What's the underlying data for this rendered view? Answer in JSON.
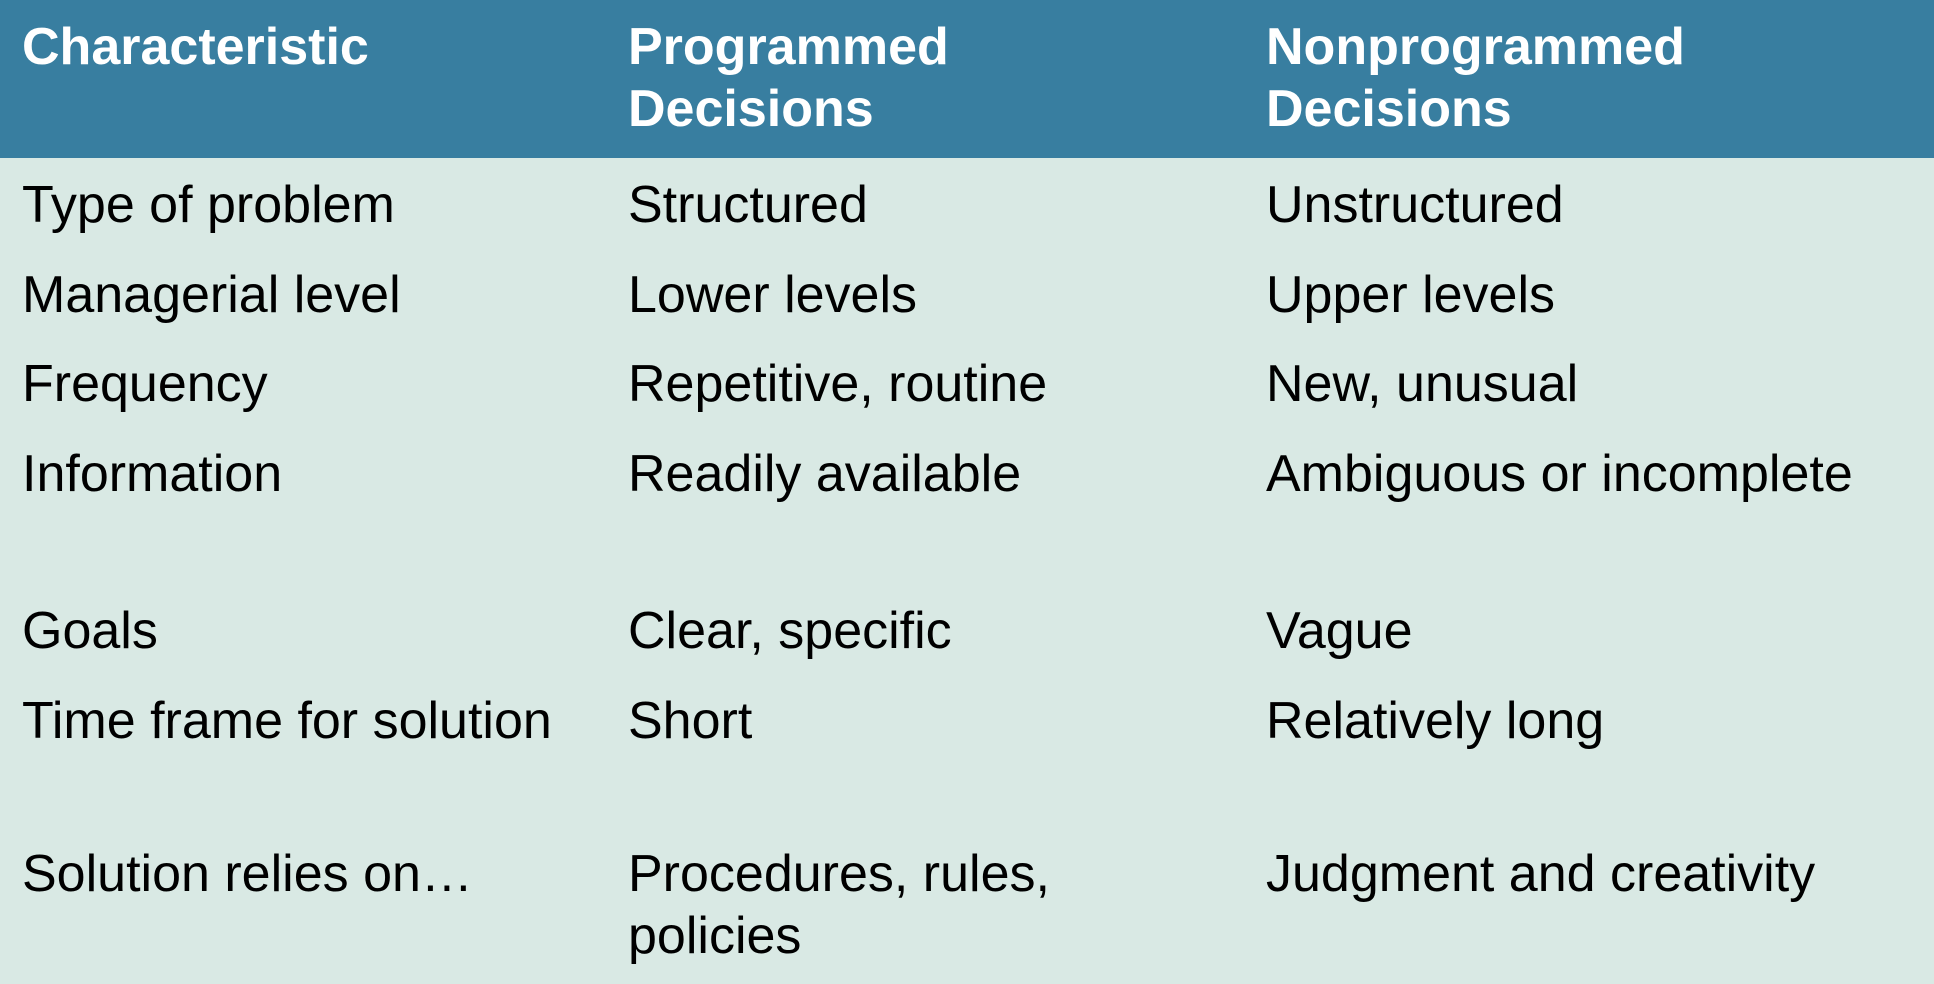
{
  "headers": [
    "Characteristic",
    "Programmed\nDecisions",
    "Nonprogrammed\nDecisions"
  ],
  "rows": [
    [
      "Type of problem",
      "Structured",
      "Unstructured"
    ],
    [
      "Managerial level",
      "Lower levels",
      "Upper levels"
    ],
    [
      "Frequency",
      "Repetitive, routine",
      "New, unusual"
    ],
    [
      "Information",
      "Readily available",
      "Ambiguous or incomplete"
    ],
    [
      "Goals",
      "Clear, specific",
      "Vague"
    ],
    [
      "Time frame for solution",
      "Short",
      "Relatively long"
    ],
    [
      "Solution relies on…",
      "Procedures, rules,\npolicies",
      "Judgment and creativity"
    ]
  ],
  "colors": {
    "header_bg": "#387ea0",
    "body_bg": "#d9e9e4",
    "header_text": "#ffffff",
    "body_text": "#000000"
  }
}
